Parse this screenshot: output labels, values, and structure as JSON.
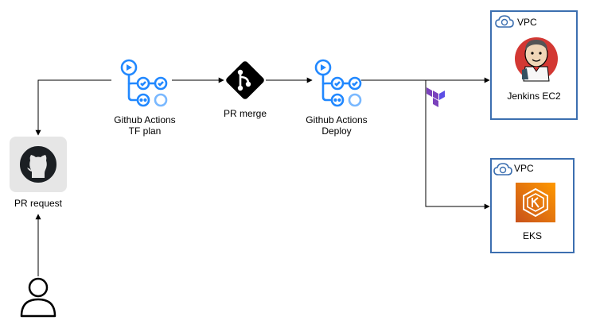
{
  "nodes": {
    "pr_request": "PR request",
    "gha_plan_line1": "Github Actions",
    "gha_plan_line2": "TF plan",
    "pr_merge": "PR merge",
    "gha_deploy_line1": "Github Actions",
    "gha_deploy_line2": "Deploy",
    "jenkins": "Jenkins EC2",
    "eks": "EKS"
  },
  "vpcs": [
    "VPC",
    "VPC"
  ],
  "colors": {
    "actions_blue": "#2188ff",
    "vpc_border": "#3c6fb0",
    "terraform_purple": "#7b42bc",
    "eks_orange": "#e7740f",
    "github_bg": "#e6e6e6",
    "jenkins_red": "#d33833"
  },
  "icons": [
    "user-icon",
    "github-icon",
    "github-actions-icon",
    "git-merge-icon",
    "terraform-icon",
    "vpc-cloud-icon",
    "jenkins-icon",
    "eks-icon"
  ]
}
